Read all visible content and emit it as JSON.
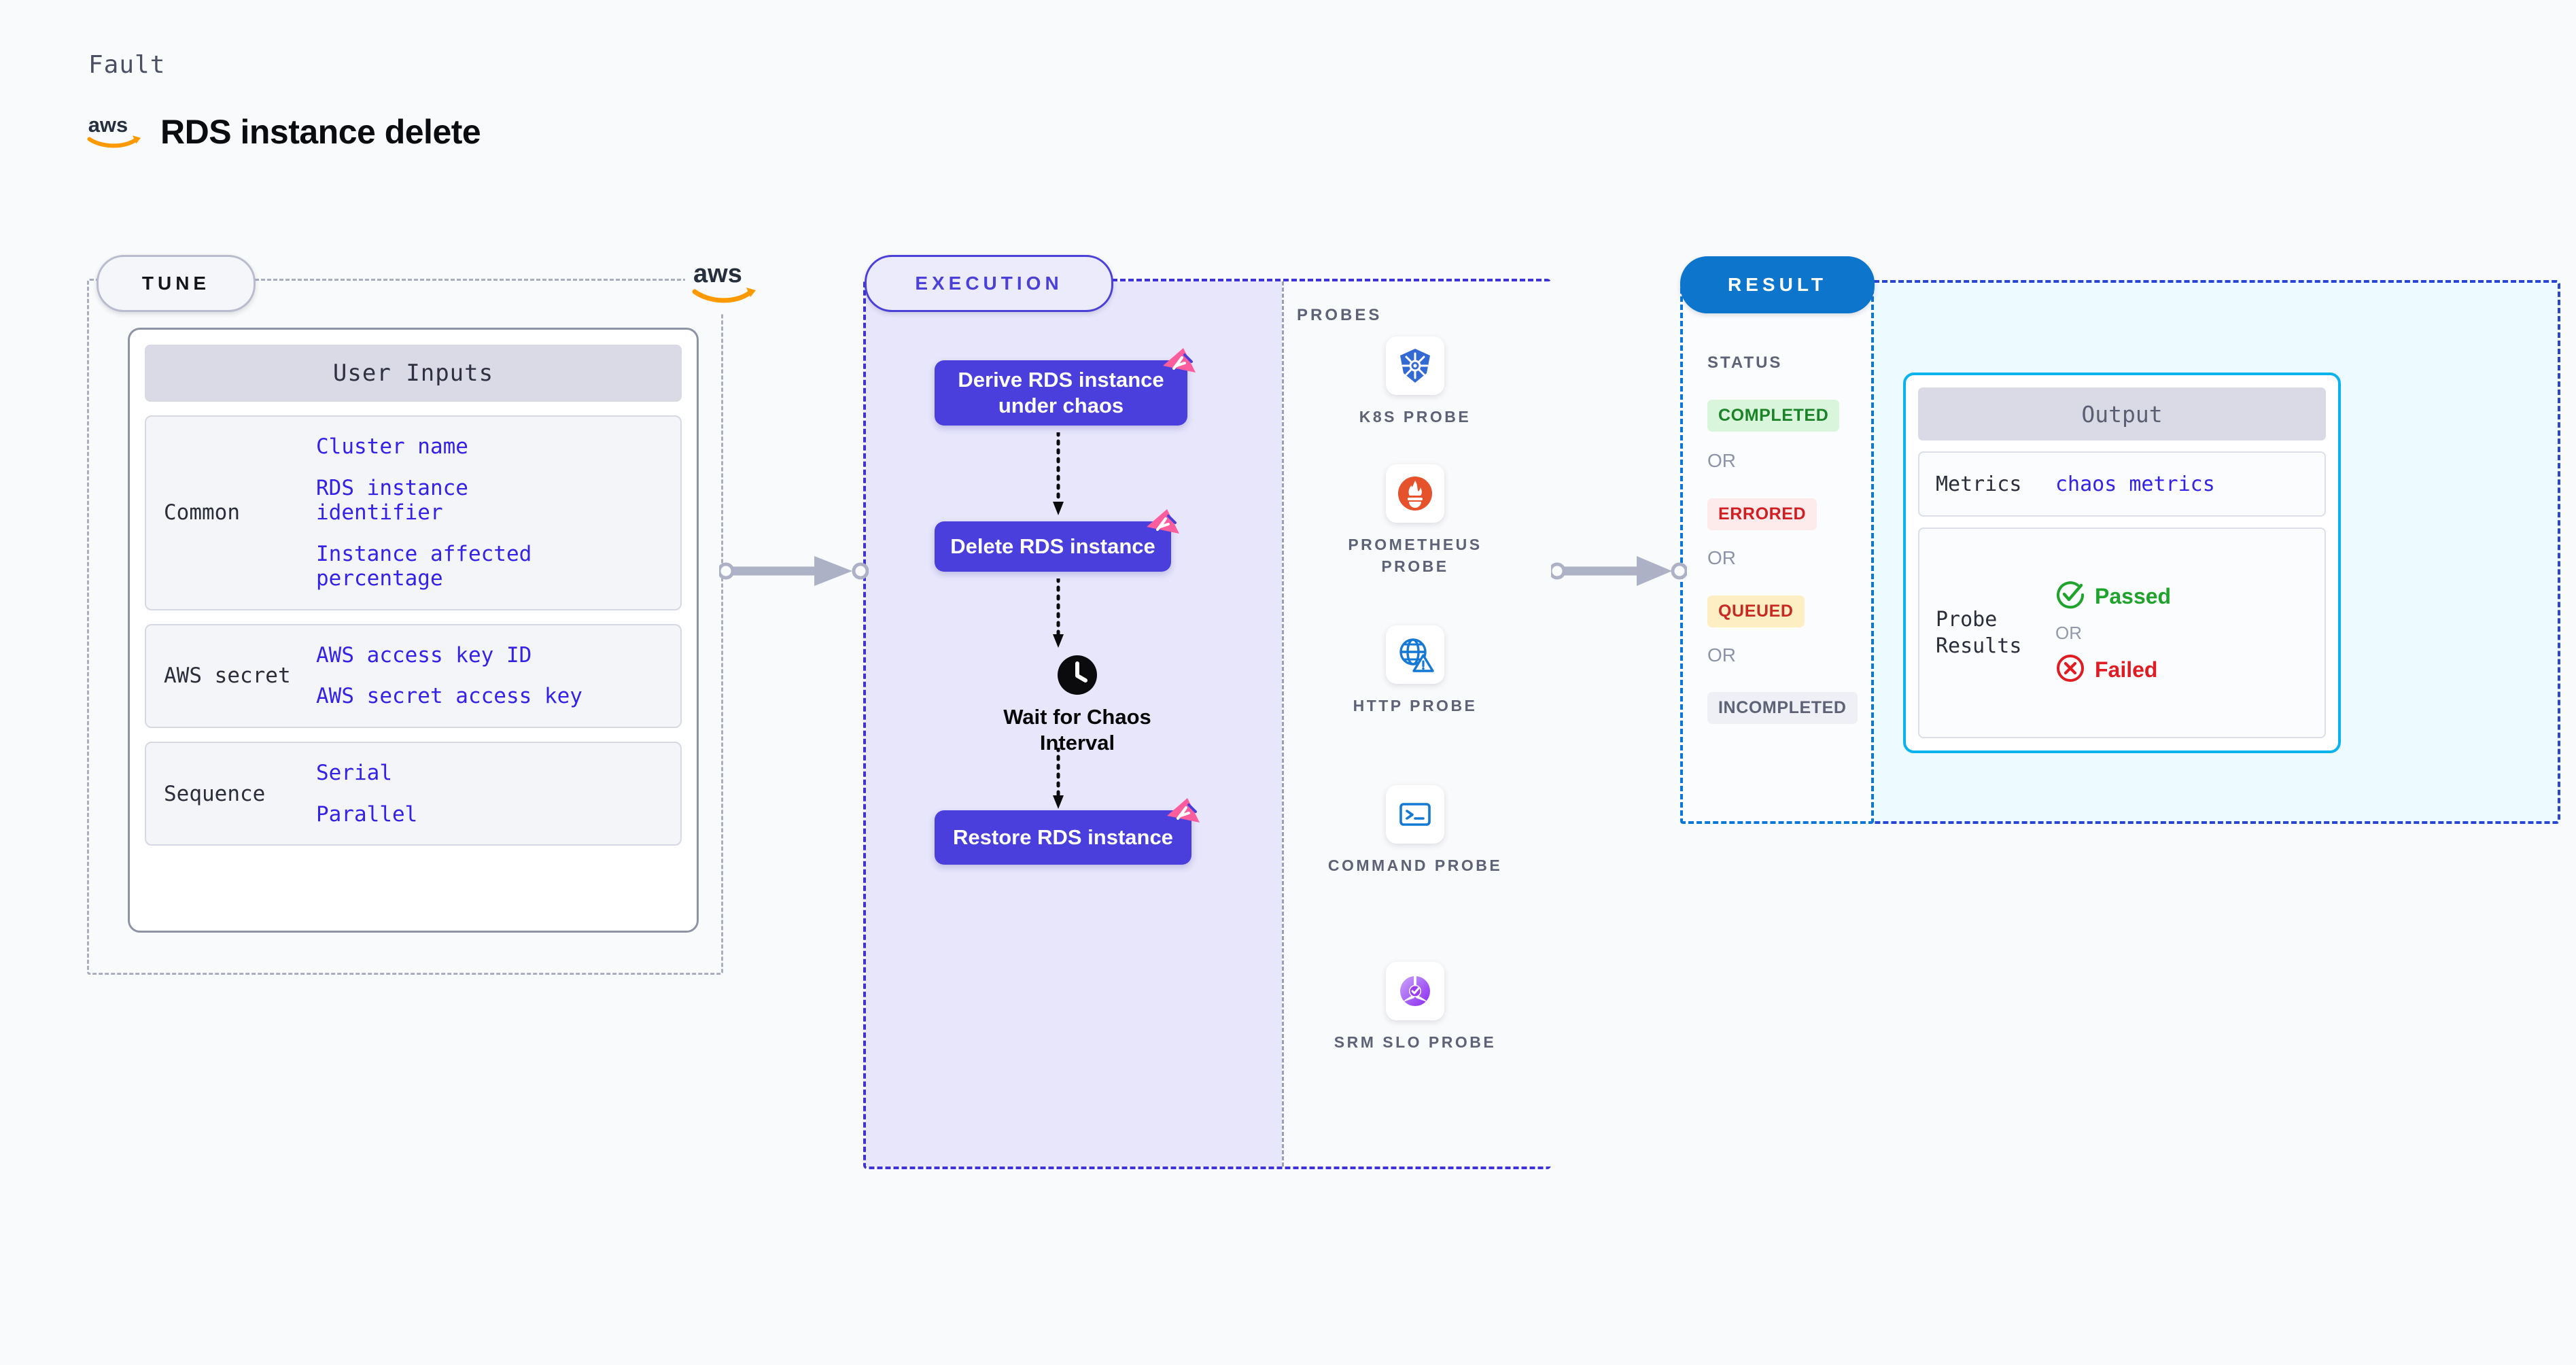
{
  "header": {
    "eyebrow": "Fault",
    "title": "RDS instance delete",
    "vendor_icon": "aws-logo"
  },
  "tune": {
    "pill_label": "TUNE",
    "vendor_badge_icon": "aws-logo",
    "card_title": "User Inputs",
    "groups": [
      {
        "label": "Common",
        "values": [
          "Cluster name",
          "RDS instance identifier",
          "Instance affected percentage"
        ]
      },
      {
        "label": "AWS secret",
        "values": [
          "AWS access key ID",
          "AWS secret access key"
        ]
      },
      {
        "label": "Sequence",
        "values": [
          "Serial",
          "Parallel"
        ]
      }
    ]
  },
  "execution": {
    "pill_label": "EXECUTION",
    "nodes": [
      {
        "label": "Derive RDS instance under chaos",
        "badge_icon": "litmus-chaos-icon",
        "type": "task"
      },
      {
        "label": "Delete RDS instance",
        "badge_icon": "litmus-chaos-icon",
        "type": "task"
      },
      {
        "label": "Wait for Chaos Interval",
        "badge_icon": "clock-icon",
        "type": "wait"
      },
      {
        "label": "Restore RDS instance",
        "badge_icon": "litmus-chaos-icon",
        "type": "task"
      }
    ],
    "probes_label": "PROBES",
    "probes": [
      {
        "label": "K8S PROBE",
        "icon": "kubernetes-icon"
      },
      {
        "label": "PROMETHEUS PROBE",
        "icon": "prometheus-icon"
      },
      {
        "label": "HTTP PROBE",
        "icon": "globe-warning-icon"
      },
      {
        "label": "COMMAND PROBE",
        "icon": "terminal-icon"
      },
      {
        "label": "SRM SLO PROBE",
        "icon": "srm-slo-icon"
      }
    ]
  },
  "result": {
    "pill_label": "RESULT",
    "status_label": "STATUS",
    "or_label": "OR",
    "statuses": [
      {
        "label": "COMPLETED",
        "bg": "#d9f5dc",
        "fg": "#1a8227"
      },
      {
        "label": "ERRORED",
        "bg": "#fdeaea",
        "fg": "#cf1f22"
      },
      {
        "label": "QUEUED",
        "bg": "#fdeec4",
        "fg": "#c72a22"
      },
      {
        "label": "INCOMPLETED",
        "bg": "#eff0f5",
        "fg": "#5d6276"
      }
    ],
    "output": {
      "title": "Output",
      "metrics_key": "Metrics",
      "metrics_value": "chaos metrics",
      "probe_key": "Probe Results",
      "passed_label": "Passed",
      "passed_icon": "check-circle-icon",
      "or_label": "OR",
      "failed_label": "Failed",
      "failed_icon": "x-circle-icon"
    }
  },
  "colors": {
    "node_indigo": "#4a3fdc",
    "litmus_pink": "#fb5d9d",
    "exec_fill": "#e7e6fb",
    "result_blue": "#0d76cc",
    "output_border": "#0ab3ee",
    "mono_value": "#3522e8",
    "aws_orange": "#ff9900"
  }
}
